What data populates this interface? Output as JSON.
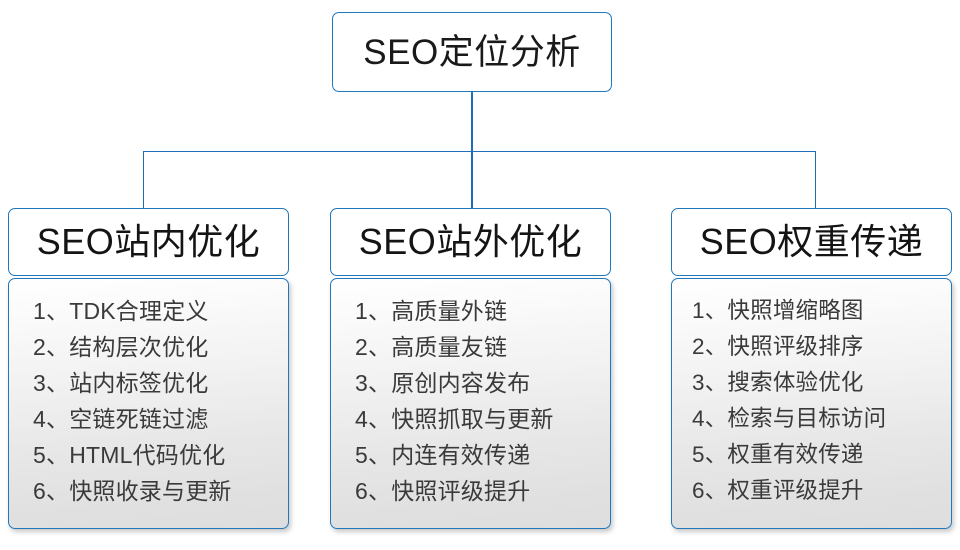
{
  "diagram": {
    "root": {
      "label": "SEO定位分析"
    },
    "connector_color": "#1f6fb8",
    "border_color": "#2277bb",
    "columns": [
      {
        "header": "SEO站内优化",
        "items": [
          "1、TDK合理定义",
          "2、结构层次优化",
          "3、站内标签优化",
          "4、空链死链过滤",
          "5、HTML代码优化",
          "6、快照收录与更新"
        ]
      },
      {
        "header": "SEO站外优化",
        "items": [
          "1、高质量外链",
          "2、高质量友链",
          "3、原创内容发布",
          "4、快照抓取与更新",
          "5、内连有效传递",
          "6、快照评级提升"
        ]
      },
      {
        "header": "SEO权重传递",
        "items": [
          "1、快照增缩略图",
          "2、快照评级排序",
          "3、搜索体验优化",
          "4、检索与目标访问",
          "5、权重有效传递",
          "6、权重评级提升"
        ]
      }
    ]
  }
}
